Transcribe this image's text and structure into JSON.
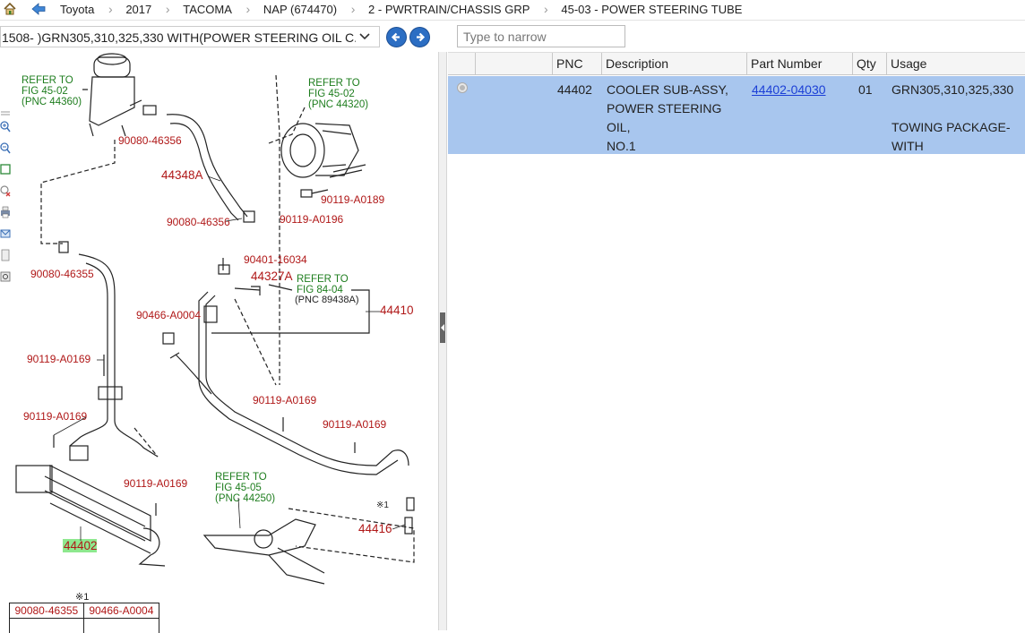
{
  "breadcrumb": [
    "Toyota",
    "2017",
    "TACOMA",
    "NAP (674470)",
    "2 - PWRTRAIN/CHASSIS GRP",
    "45-03 - POWER STEERING TUBE"
  ],
  "model_select": {
    "value": "1508- )GRN305,310,325,330 WITH(POWER STEERING OIL C..."
  },
  "search": {
    "placeholder": "Type to narrow"
  },
  "grid": {
    "columns": [
      "PNC",
      "Description",
      "Part Number",
      "Qty",
      "Usage"
    ],
    "rows": [
      {
        "pnc": "44402",
        "description": [
          "COOLER SUB-ASSY,",
          "POWER STEERING OIL,",
          "NO.1"
        ],
        "part_number": "44402-04030",
        "qty": "01",
        "usage": [
          "GRN305,310,325,330",
          "",
          "TOWING PACKAGE-",
          "WITH"
        ]
      }
    ]
  },
  "diagram": {
    "labels": {
      "ref_45_02_a": [
        "REFER TO",
        "FIG 45-02",
        "(PNC 44360)"
      ],
      "ref_45_02_b": [
        "REFER TO",
        "FIG 45-02",
        "(PNC 44320)"
      ],
      "ref_84_04": [
        "REFER TO",
        "FIG 84-04"
      ],
      "ref_84_04_pnc": "(PNC 89438A)",
      "ref_45_05": [
        "REFER TO",
        "FIG 45-05",
        "(PNC 44250)"
      ],
      "p_90080_46356_a": "90080-46356",
      "p_44348A": "44348A",
      "p_90080_46356_b": "90080-46356",
      "p_90119_A0189": "90119-A0189",
      "p_90119_A0196": "90119-A0196",
      "p_90080_46355": "90080-46355",
      "p_90401_16034": "90401-16034",
      "p_44327A": "44327A",
      "p_44410": "44410",
      "p_90466_A0004": "90466-A0004",
      "p_90119_A0169_a": "90119-A0169",
      "p_90119_A0169_b": "90119-A0169",
      "p_90119_A0169_c": "90119-A0169",
      "p_90119_A0169_d": "90119-A0169",
      "p_90119_A0169_e": "90119-A0169",
      "p_44416": "44416",
      "p_44402": "44402",
      "mark_x1": "※1"
    },
    "legend_mark": "※1",
    "legend_parts": [
      "90080-46355",
      "90466-A0004"
    ]
  },
  "colors": {
    "part_label": "#b01818",
    "ref_label": "#1e7d1e",
    "highlight": "#8ee88e",
    "row_selected": "#a8c6ee",
    "link": "#1b3fd6"
  }
}
